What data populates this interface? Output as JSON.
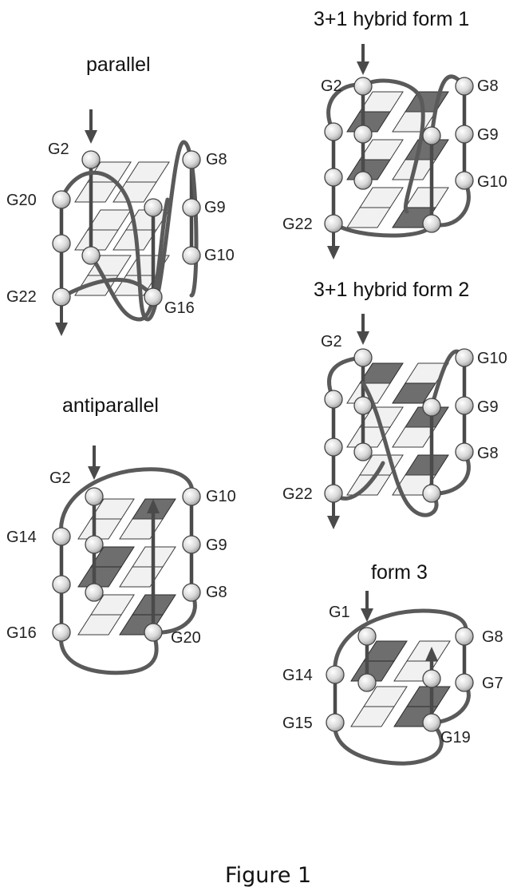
{
  "figure": {
    "caption": "Figure 1",
    "panels": {
      "parallel": {
        "title": "parallel",
        "labels": {
          "top_left": "G2",
          "mid_left": "G20",
          "bottom_left": "G22",
          "top_right": "G8",
          "right_2": "G9",
          "right_3": "G10",
          "bottom_mid": "G16"
        }
      },
      "hybrid1": {
        "title": "3+1 hybrid form 1",
        "labels": {
          "top_left": "G2",
          "bottom_left": "G22",
          "top_right": "G8",
          "right_2": "G9",
          "right_3": "G10"
        }
      },
      "hybrid2": {
        "title": "3+1 hybrid form 2",
        "labels": {
          "top_left": "G2",
          "bottom_left": "G22",
          "top_right": "G10",
          "right_2": "G9",
          "right_3": "G8"
        }
      },
      "antiparallel": {
        "title": "antiparallel",
        "labels": {
          "top_left": "G2",
          "mid_left": "G14",
          "bottom_left": "G16",
          "top_right": "G10",
          "right_2": "G9",
          "right_3": "G8",
          "bottom_mid": "G20"
        }
      },
      "form3": {
        "title": "form 3",
        "labels": {
          "top_left": "G1",
          "mid_left": "G14",
          "bottom_left": "G15",
          "top_right": "G8",
          "right_2": "G7",
          "bottom_mid": "G19"
        }
      }
    }
  }
}
